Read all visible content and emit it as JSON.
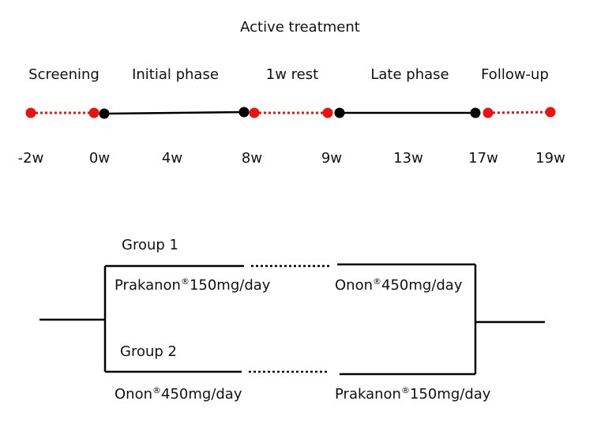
{
  "title": "Active treatment",
  "phases": [
    "Screening",
    "Initial phase",
    "1w rest",
    "Late phase",
    "Follow-up"
  ],
  "week_labels": [
    "-2w",
    "0w",
    "4w",
    "8w",
    "9w",
    "13w",
    "17w",
    "19w"
  ],
  "segments": [
    {
      "style": "dotted",
      "color": "#ee1111"
    },
    {
      "style": "solid",
      "color": "#000000"
    },
    {
      "style": "dotted",
      "color": "#ee1111"
    },
    {
      "style": "solid",
      "color": "#000000"
    },
    {
      "style": "dotted",
      "color": "#ee1111"
    }
  ],
  "groups": {
    "group1": {
      "name": "Group 1",
      "first": {
        "drug": "Prakanon",
        "mark": "®",
        "dose": "150mg/day"
      },
      "second": {
        "drug": "Onon",
        "mark": "®",
        "dose": "450mg/day"
      }
    },
    "group2": {
      "name": "Group 2",
      "first": {
        "drug": "Onon",
        "mark": "®",
        "dose": "450mg/day"
      },
      "second": {
        "drug": "Prakanon",
        "mark": "®",
        "dose": "150mg/day"
      }
    }
  },
  "colors": {
    "rest_marker": "#ee1111",
    "active_marker": "#000000",
    "line": "#000000"
  }
}
